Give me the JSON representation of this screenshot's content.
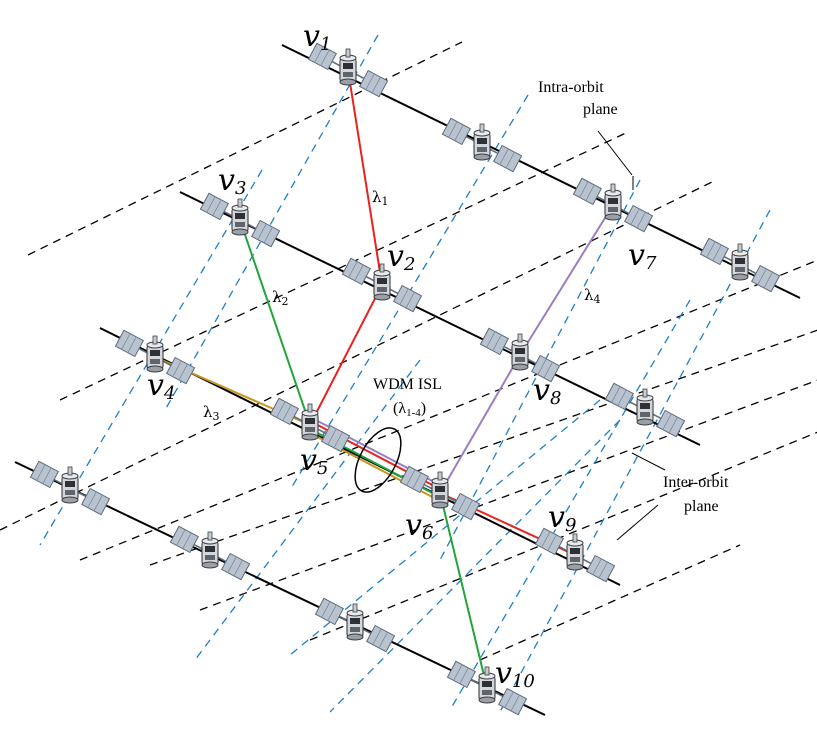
{
  "nodes": [
    {
      "id": "v1",
      "letter": "v",
      "sub": "1"
    },
    {
      "id": "v2",
      "letter": "v",
      "sub": "2"
    },
    {
      "id": "v3",
      "letter": "v",
      "sub": "3"
    },
    {
      "id": "v4",
      "letter": "v",
      "sub": "4"
    },
    {
      "id": "v5",
      "letter": "v",
      "sub": "5"
    },
    {
      "id": "v6",
      "letter": "v",
      "sub": "6"
    },
    {
      "id": "v7",
      "letter": "v",
      "sub": "7"
    },
    {
      "id": "v8",
      "letter": "v",
      "sub": "8"
    },
    {
      "id": "v9",
      "letter": "v",
      "sub": "9"
    },
    {
      "id": "v10",
      "letter": "v",
      "sub": "10"
    }
  ],
  "wavelengths": {
    "l1": {
      "base": "λ",
      "sub": "1"
    },
    "l2": {
      "base": "λ",
      "sub": "2"
    },
    "l3": {
      "base": "λ",
      "sub": "3"
    },
    "l4": {
      "base": "λ",
      "sub": "4"
    }
  },
  "annotations": {
    "intra_orbit_line1": "Intra-orbit",
    "intra_orbit_line2": "plane",
    "inter_orbit_line1": "Inter-orbit",
    "inter_orbit_line2": "plane",
    "wdm_line1": "WDM ISL",
    "wdm_line2_open": "(λ",
    "wdm_line2_sub": "1-4",
    "wdm_line2_close": ")"
  },
  "colors": {
    "lambda1": "#e8221c",
    "lambda2": "#21a43c",
    "lambda3": "#c8961e",
    "lambda4": "#9a7fbf",
    "inter_orbit_dash": "#1f7fc8",
    "orbit": "#000000",
    "satellite_panel": "#b9c3d0",
    "satellite_body": "#d4d6d9"
  },
  "icons": {
    "satellite": "satellite-icon"
  }
}
